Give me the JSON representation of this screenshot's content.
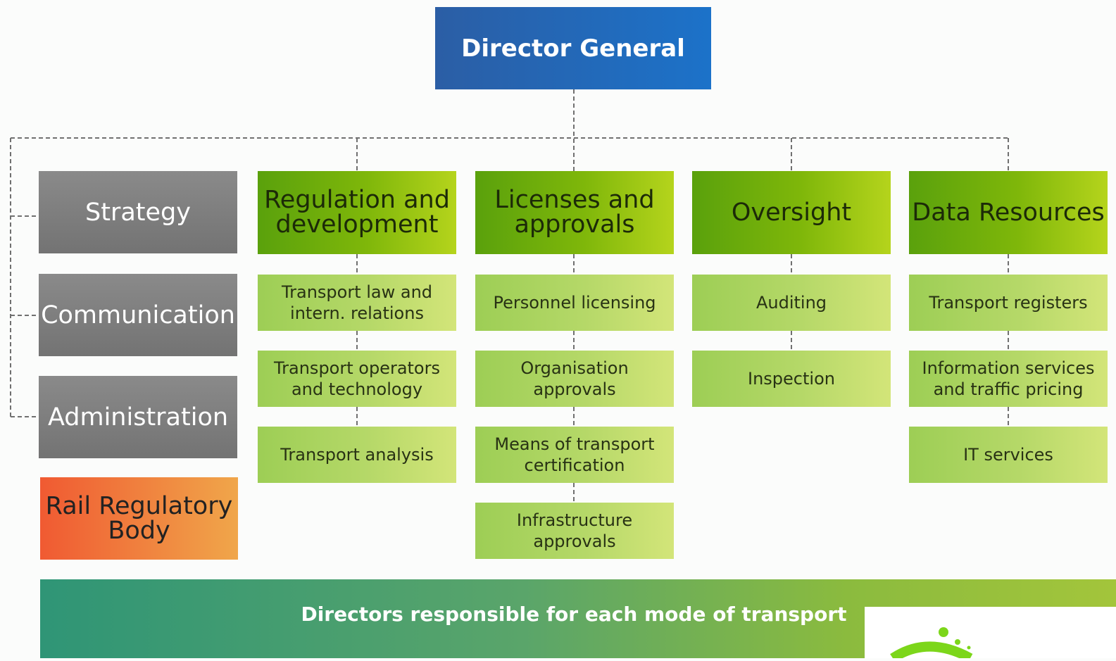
{
  "top": {
    "title": "Director General"
  },
  "staff_units": [
    {
      "label": "Strategy"
    },
    {
      "label": "Communication"
    },
    {
      "label": "Administration"
    }
  ],
  "rail_body": {
    "label": "Rail Regulatory Body"
  },
  "departments": [
    {
      "title": "Regulation and development",
      "units": [
        "Transport law and intern. relations",
        "Transport operators and technology",
        "Transport analysis"
      ]
    },
    {
      "title": "Licenses and approvals",
      "units": [
        "Personnel licensing",
        "Organisation approvals",
        "Means of transport certification",
        "Infrastructure approvals"
      ]
    },
    {
      "title": "Oversight",
      "units": [
        "Auditing",
        "Inspection"
      ]
    },
    {
      "title": "Data Resources",
      "units": [
        "Transport registers",
        "Information services and traffic pricing",
        "IT services"
      ]
    }
  ],
  "banner": {
    "text": "Directors responsible for each mode of transport"
  },
  "colors": {
    "director_general": "#1f6bbf",
    "staff_unit": "#7f7f7f",
    "department_header": "#6eb00c",
    "unit_box": "#b5d868",
    "rail_body": "#f07a3c",
    "banner": "#4f9f6e"
  }
}
